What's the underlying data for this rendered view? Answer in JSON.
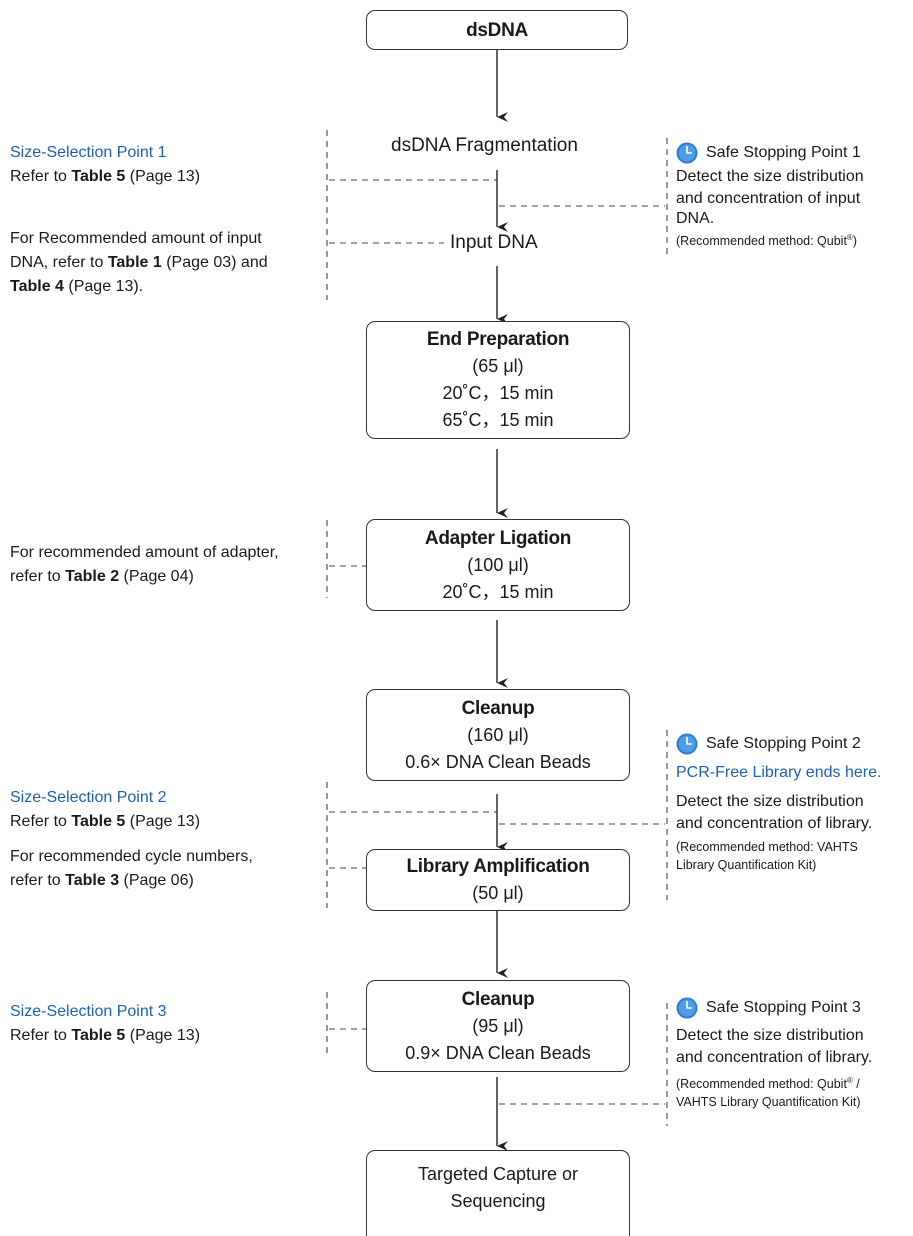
{
  "steps": {
    "dsdna": "dsDNA",
    "fragmentation": "dsDNA Fragmentation",
    "input_dna": "Input DNA",
    "end_prep": {
      "title": "End Preparation",
      "lines": [
        "(65 μl)",
        "20˚C，15 min",
        "65˚C，15 min"
      ]
    },
    "adapter": {
      "title": "Adapter Ligation",
      "lines": [
        "(100 μl)",
        "20˚C，15 min"
      ]
    },
    "cleanup1": {
      "title": "Cleanup",
      "lines": [
        "(160 μl)",
        "0.6×  DNA Clean Beads"
      ]
    },
    "amplification": {
      "title": "Library Amplification",
      "lines": [
        "(50 μl)"
      ]
    },
    "cleanup2": {
      "title": "Cleanup",
      "lines": [
        "(95 μl)",
        "0.9× DNA Clean Beads"
      ]
    },
    "final": {
      "lines": [
        "Targeted Capture or",
        "Sequencing"
      ]
    }
  },
  "left_notes": {
    "ss1": {
      "title": "Size-Selection Point 1",
      "pre": "Refer to ",
      "bold": "Table 5",
      "post": " (Page 13)"
    },
    "input": {
      "l1": "For Recommended amount of input",
      "l2_pre": "DNA, refer to ",
      "l2_bold": "Table 1",
      "l2_post": " (Page 03) and",
      "l3_bold": "Table 4",
      "l3_post": " (Page 13)."
    },
    "adapter": {
      "l1": "For recommended amount of adapter,",
      "pre": "refer to ",
      "bold": "Table 2",
      "post": " (Page 04)"
    },
    "ss2": {
      "title": "Size-Selection Point 2",
      "pre": "Refer to ",
      "bold": "Table 5",
      "post": " (Page 13)"
    },
    "cycles": {
      "l1": "For recommended cycle numbers,",
      "pre": "refer to ",
      "bold": "Table 3",
      "post": " (Page 06)"
    },
    "ss3": {
      "title": "Size-Selection Point 3",
      "pre": "Refer to ",
      "bold": "Table 5",
      "post": " (Page 13)"
    }
  },
  "stops": {
    "s1": {
      "title": "Safe Stopping Point 1",
      "l1": "Detect the size distribution",
      "l2": "and concentration of input",
      "l3": "DNA.",
      "small1": "(Recommended method: Qubit",
      "sup": "®",
      "small_end": ")"
    },
    "s2": {
      "title": "Safe Stopping Point 2",
      "blue": "PCR-Free Library ends here.",
      "l1": "Detect the size distribution",
      "l2": "and concentration of library.",
      "small1": "(Recommended method: VAHTS",
      "small2": "Library Quantification Kit)"
    },
    "s3": {
      "title": "Safe Stopping Point 3",
      "l1": "Detect the size distribution",
      "l2": "and concentration of library.",
      "small1a": "(Recommended method: Qubit",
      "sup": "®",
      "small1b": " /",
      "small2": "VAHTS Library Quantification Kit)"
    }
  },
  "colors": {
    "accent_blue": "#1f5fae",
    "line": "#333333",
    "clock": "#2e7ad1"
  },
  "icons": [
    "clock-icon"
  ]
}
